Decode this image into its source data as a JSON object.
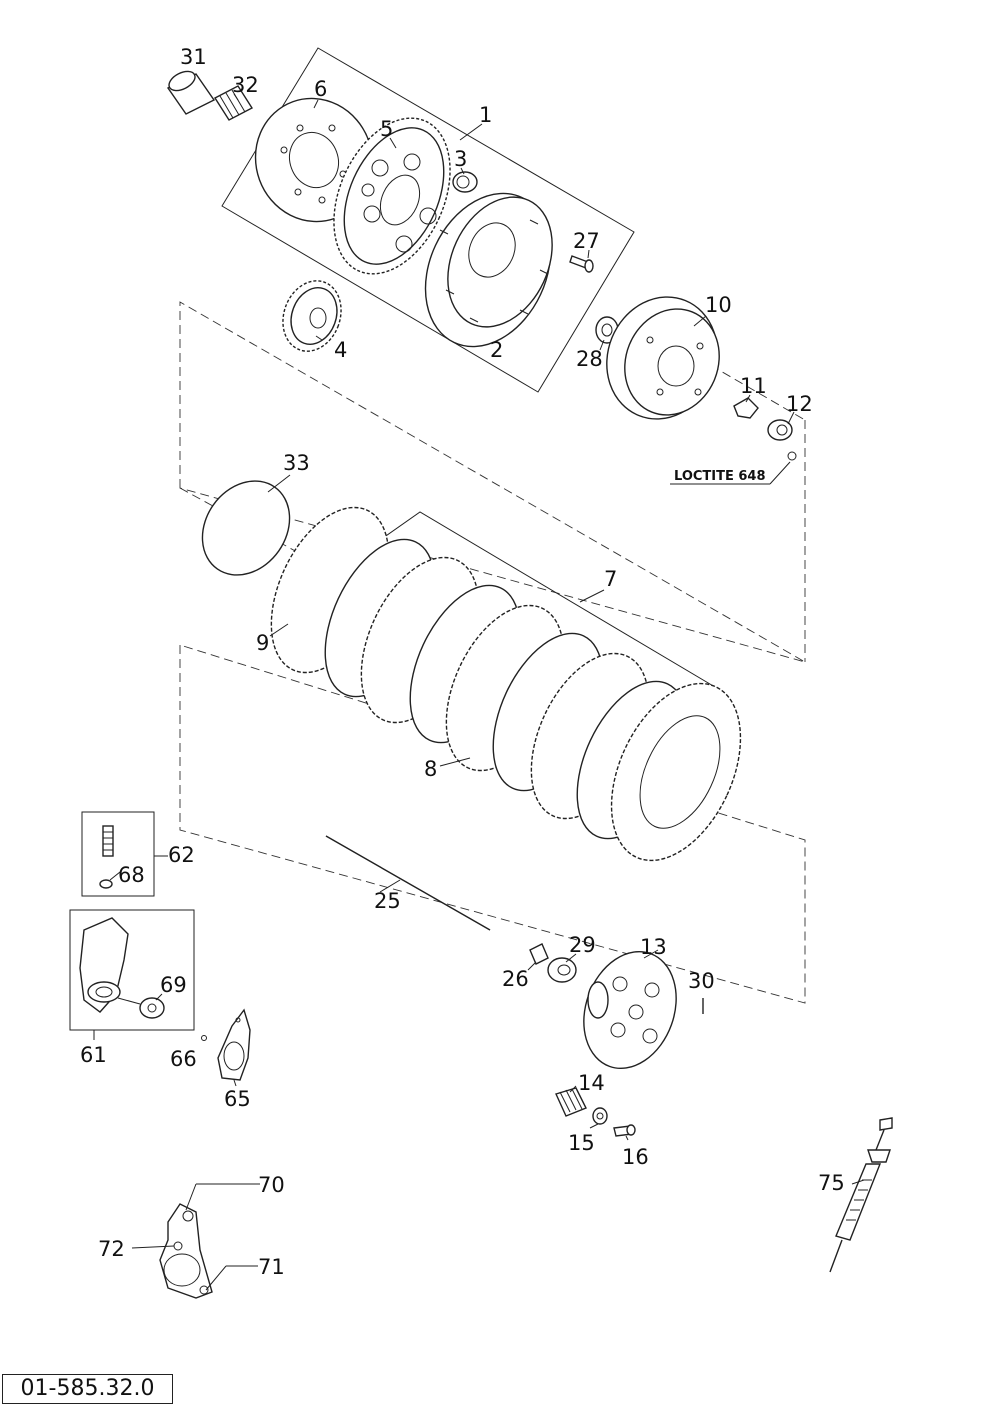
{
  "diagram": {
    "doc_number": "01-585.32.0",
    "note": "LOCTITE 648",
    "callouts": {
      "c1": "1",
      "c2": "2",
      "c3": "3",
      "c4": "4",
      "c5": "5",
      "c6": "6",
      "c7": "7",
      "c8": "8",
      "c9": "9",
      "c10": "10",
      "c11": "11",
      "c12": "12",
      "c13": "13",
      "c14": "14",
      "c15": "15",
      "c16": "16",
      "c25": "25",
      "c26": "26",
      "c27": "27",
      "c28": "28",
      "c29": "29",
      "c30": "30",
      "c31": "31",
      "c32": "32",
      "c33": "33",
      "c61": "61",
      "c62": "62",
      "c65": "65",
      "c66": "66",
      "c68": "68",
      "c69": "69",
      "c70": "70",
      "c71": "71",
      "c72": "72",
      "c75": "75"
    }
  }
}
